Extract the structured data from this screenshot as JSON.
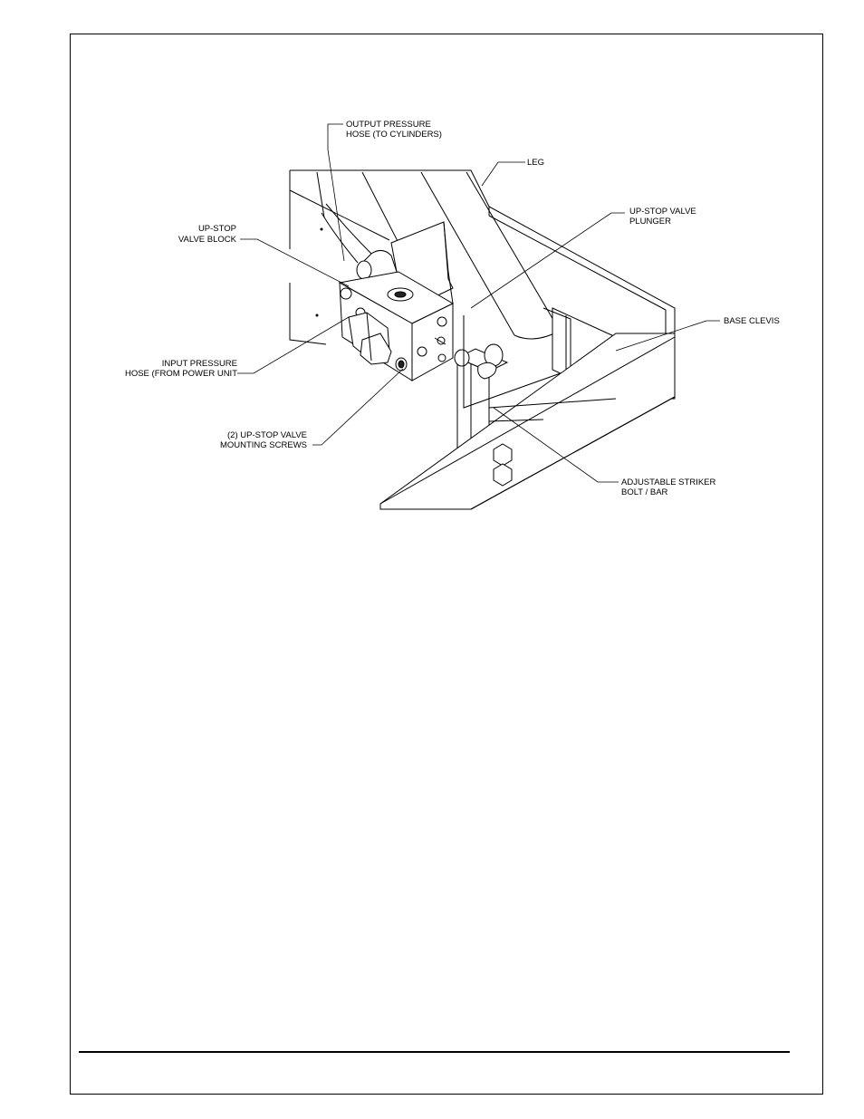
{
  "labels": {
    "output_hose_1": "OUTPUT PRESSURE",
    "output_hose_2": "HOSE (TO CYLINDERS)",
    "leg": "LEG",
    "valve_block_1": "UP-STOP",
    "valve_block_2": "VALVE BLOCK",
    "plunger_1": "UP-STOP VALVE",
    "plunger_2": "PLUNGER",
    "base_clevis": "BASE CLEVIS",
    "input_hose_1": "INPUT PRESSURE",
    "input_hose_2": "HOSE (FROM POWER UNIT",
    "screws_1": "(2) UP-STOP VALVE",
    "screws_2": "MOUNTING SCREWS",
    "striker_1": "ADJUSTABLE STRIKER",
    "striker_2": "BOLT / BAR"
  },
  "colors": {
    "line": "#000000",
    "background": "#ffffff"
  }
}
